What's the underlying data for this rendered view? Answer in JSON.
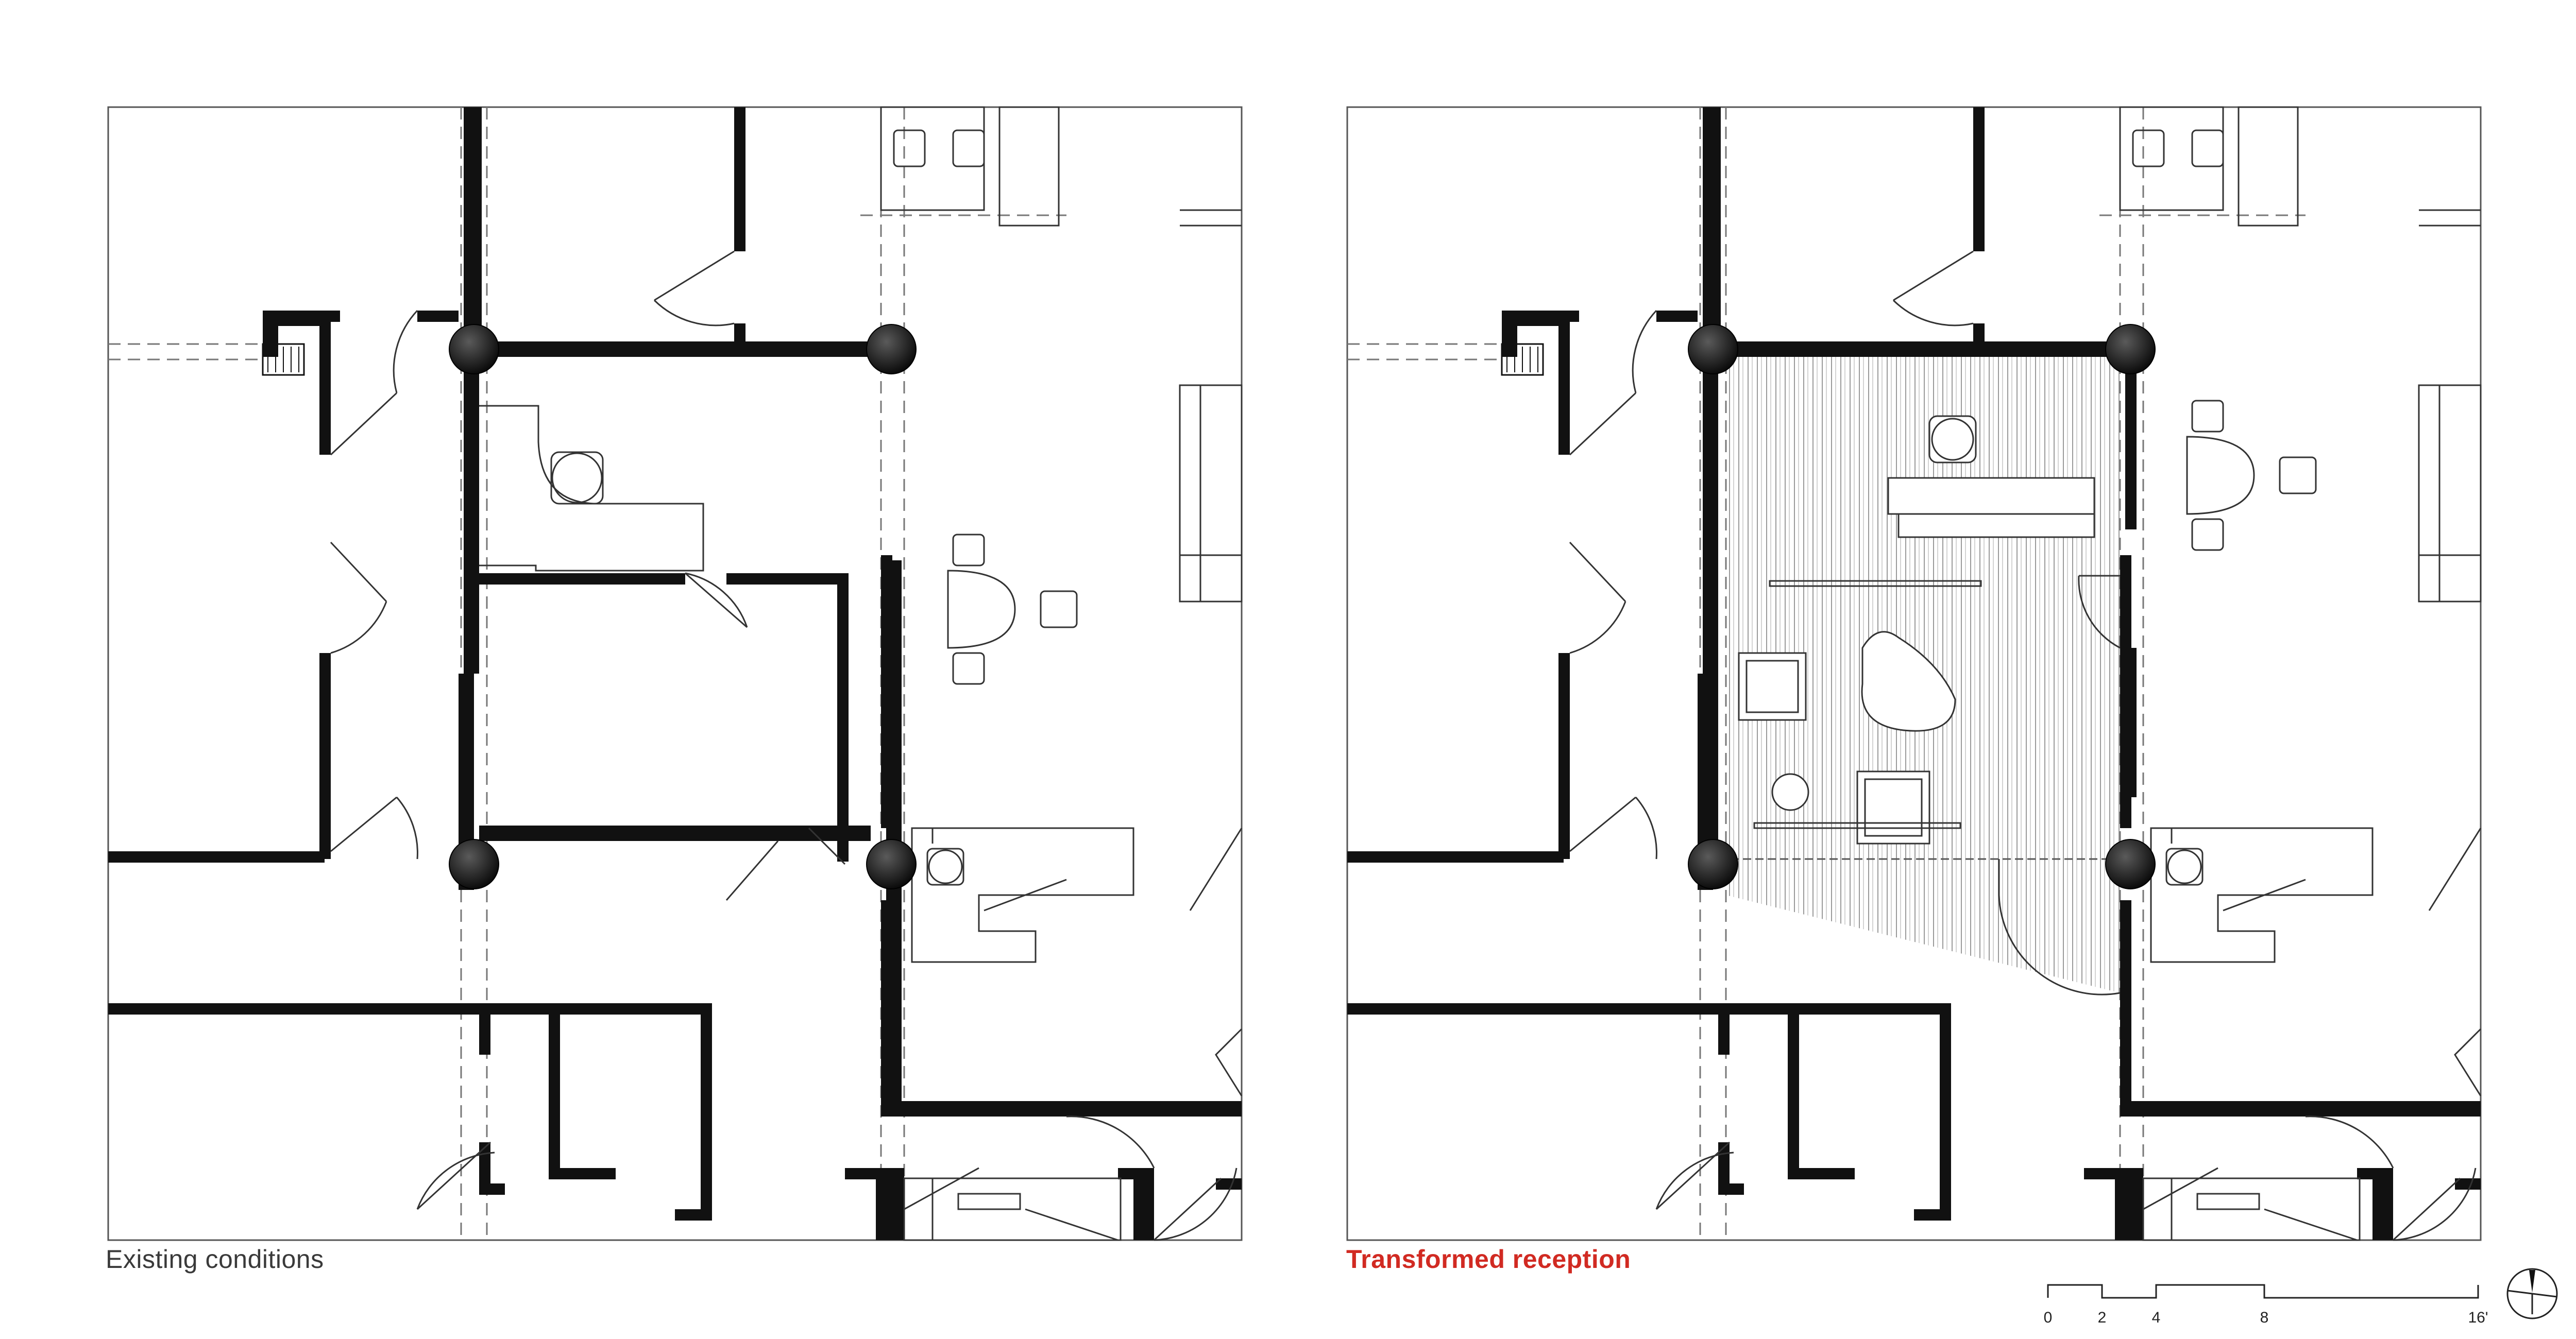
{
  "panels": [
    {
      "caption": "Existing conditions",
      "caption_color": "#3a3a3a"
    },
    {
      "caption": "Transformed reception",
      "caption_color": "#d12a22"
    }
  ],
  "scale_bar": {
    "ticks": [
      "0",
      "2",
      "4",
      "8",
      "16'"
    ]
  },
  "colors": {
    "wall": "#111111",
    "line": "#444444",
    "column": "#222222",
    "accent": "#d12a22"
  },
  "icons": {
    "north_arrow": "north-arrow-icon"
  }
}
